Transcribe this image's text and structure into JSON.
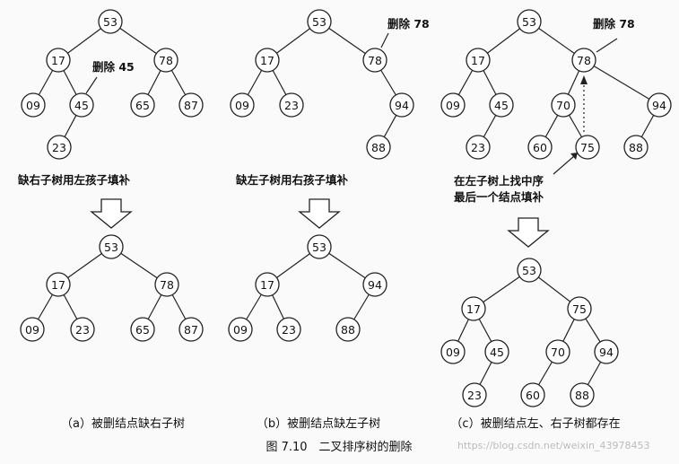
{
  "panels": [
    {
      "id": "a",
      "caption": "（a）被删结点缺右子树",
      "before": {
        "nodes": [
          "53",
          "17",
          "78",
          "09",
          "45",
          "65",
          "87",
          "23"
        ],
        "annotation": "删除 45",
        "note": "缺右子树用左孩子填补"
      },
      "after": {
        "nodes": [
          "53",
          "17",
          "78",
          "09",
          "23",
          "65",
          "87"
        ]
      }
    },
    {
      "id": "b",
      "caption": "（b）被删结点缺左子树",
      "before": {
        "nodes": [
          "53",
          "17",
          "78",
          "09",
          "23",
          "94",
          "88"
        ],
        "annotation": "删除 78",
        "note": "缺左子树用右孩子填补"
      },
      "after": {
        "nodes": [
          "53",
          "17",
          "94",
          "09",
          "23",
          "88"
        ]
      }
    },
    {
      "id": "c",
      "caption": "（c）被删结点左、右子树都存在",
      "before": {
        "nodes": [
          "53",
          "17",
          "78",
          "09",
          "45",
          "70",
          "94",
          "23",
          "60",
          "75",
          "88"
        ],
        "annotation": "删除 78",
        "note_line1": "在左子树上找中序",
        "note_line2": "最后一个结点填补"
      },
      "after": {
        "nodes": [
          "53",
          "17",
          "75",
          "09",
          "45",
          "70",
          "94",
          "23",
          "60",
          "88"
        ]
      }
    }
  ],
  "figure_caption": "图 7.10　二叉排序树的删除",
  "watermark": "https://blog.csdn.net/weixin_43978453"
}
